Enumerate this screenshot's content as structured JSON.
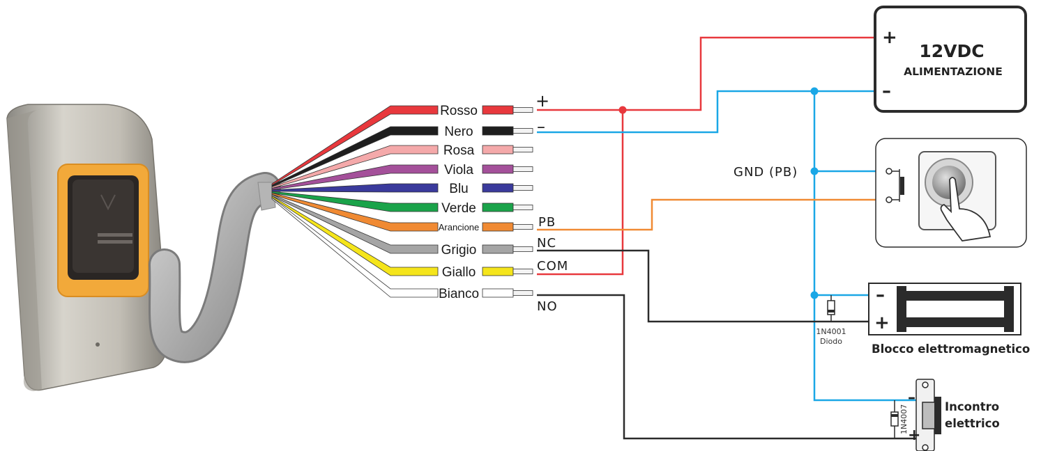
{
  "wires": [
    {
      "label": "Rosso",
      "color": "#e8383d",
      "signal": "+"
    },
    {
      "label": "Nero",
      "color": "#1e1e1e",
      "signal": "–"
    },
    {
      "label": "Rosa",
      "color": "#f4a9aa",
      "signal": ""
    },
    {
      "label": "Viola",
      "color": "#a4509a",
      "signal": ""
    },
    {
      "label": "Blu",
      "color": "#3a3a9c",
      "signal": ""
    },
    {
      "label": "Verde",
      "color": "#1aa34a",
      "signal": ""
    },
    {
      "label": "Arancione",
      "color": "#f08a33",
      "signal": "PB"
    },
    {
      "label": "Grigio",
      "color": "#a5a5a5",
      "signal": "NC"
    },
    {
      "label": "Giallo",
      "color": "#f5e51b",
      "signal": "COM"
    },
    {
      "label": "Bianco",
      "color": "#ffffff",
      "signal": "NO"
    }
  ],
  "power_supply": {
    "plus": "+",
    "minus": "–",
    "voltage": "12VDC",
    "name": "ALIMENTAZIONE"
  },
  "push_button": {
    "gnd_label": "GND (PB)"
  },
  "mag_lock": {
    "name": "Blocco elettromagnetico",
    "minus": "–",
    "plus": "+",
    "diode_model": "1N4001",
    "diode_name": "Diodo"
  },
  "electric_strike": {
    "name_line1": "Incontro",
    "name_line2": "elettrico",
    "minus": "–",
    "plus": "+",
    "diode_model": "1N4007"
  },
  "colors": {
    "positive": "#e8383d",
    "negative": "#1aa7e6",
    "pushbutton": "#f08a33",
    "relay": "#2b2b2b"
  }
}
